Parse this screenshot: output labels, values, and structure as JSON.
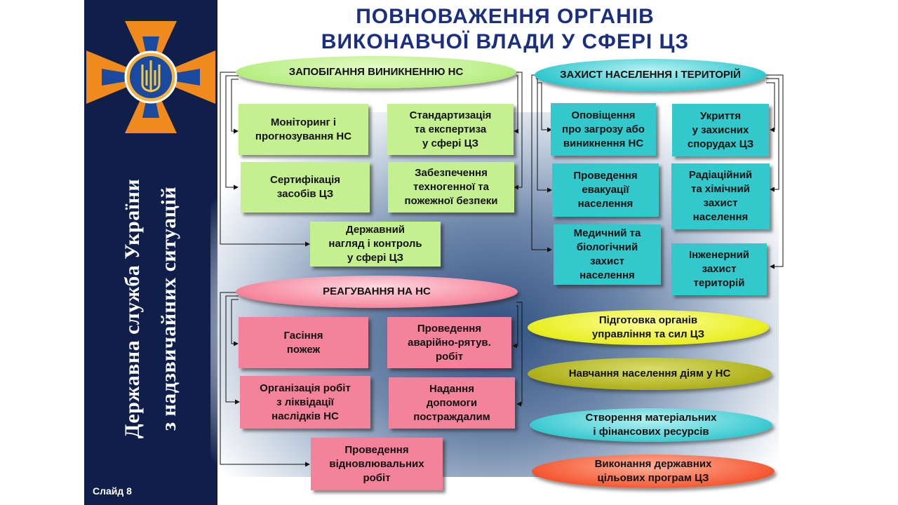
{
  "sidebar": {
    "org_line1": "Державна служба України",
    "org_line2": "з надзвичайних ситуацій",
    "slide_label": "Слайд 8",
    "emblem_icon": "dsns-cross-emblem-icon"
  },
  "title": {
    "line1": "ПОВНОВАЖЕННЯ ОРГАНІВ",
    "line2": "ВИКОНАВЧОЇ ВЛАДИ У СФЕРІ ЦЗ"
  },
  "prevention": {
    "header": "ЗАПОБІГАННЯ  ВИНИКНЕННЮ  НС",
    "items": [
      "Моніторинг  і\nпрогнозування  НС",
      "Стандартизація\nта експертиза\nу сфері ЦЗ",
      "Сертифікація\nзасобів  ЦЗ",
      "Забезпечення\nтехногенної  та\nпожежної  безпеки",
      "Державний\nнагляд і контроль\nу сфері ЦЗ"
    ]
  },
  "protection": {
    "header": "ЗАХИСТ  НАСЕЛЕННЯ  І  ТЕРИТОРІЙ",
    "items": [
      "Оповіщення\nпро загрозу або\nвиникнення  НС",
      "Укриття\nу захисних\nспорудах  ЦЗ",
      "Проведення\nевакуації\nнаселення",
      "Радіаційний\nта хімічний\nзахист\nнаселення",
      "Медичний  та\nбіологічний\nзахист\nнаселення",
      "Інженерний\nзахист\nтериторій"
    ]
  },
  "response": {
    "header": "РЕАГУВАННЯ  НА  НС",
    "items": [
      "Гасіння\nпожеж",
      "Проведення\nаварійно-рятув.\nробіт",
      "Організація  робіт\nз ліквідації\nнаслідків  НС",
      "Надання\nдопомоги\nпостраждалим",
      "Проведення\nвідновлювальних\nробіт"
    ]
  },
  "other": [
    "Підготовка  органів\nуправління  та сил ЦЗ",
    "Навчання  населення  діям у НС",
    "Створення  матеріальних\nі  фінансових  ресурсів",
    "Виконання  державних\nцільових  програм ЦЗ"
  ],
  "colors": {
    "sidebar_bg": "#0f1f4a",
    "title": "#1b2f80",
    "prevention": "#c5f08f",
    "protection": "#32c8cc",
    "response": "#f4829a",
    "emblem_orange": "#f08a1c",
    "emblem_blue": "#1a4aa0"
  }
}
